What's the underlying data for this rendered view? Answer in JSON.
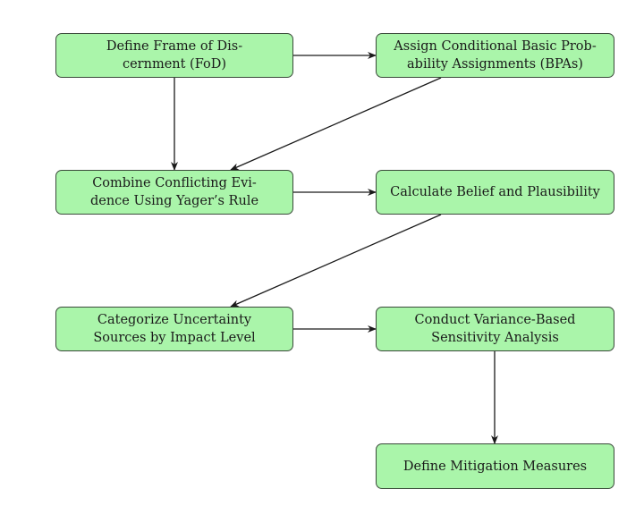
{
  "diagram": {
    "type": "flowchart",
    "colors": {
      "node_fill": "#aaf5aa",
      "node_border": "#3a4a3a",
      "edge": "#1a1a1a",
      "text": "#1a1a1a"
    },
    "nodes": [
      {
        "id": "fod",
        "lines": [
          "Define Frame of Dis-",
          "cernment (FoD)"
        ]
      },
      {
        "id": "bpa",
        "lines": [
          "Assign Conditional Basic Prob-",
          "ability Assignments (BPAs)"
        ]
      },
      {
        "id": "yager",
        "lines": [
          "Combine Conflicting Evi-",
          "dence Using Yager’s Rule"
        ]
      },
      {
        "id": "belief",
        "lines": [
          "Calculate Belief and Plausibility"
        ]
      },
      {
        "id": "categorize",
        "lines": [
          "Categorize Uncertainty",
          "Sources by Impact Level"
        ]
      },
      {
        "id": "sensitivity",
        "lines": [
          "Conduct Variance-Based",
          "Sensitivity Analysis"
        ]
      },
      {
        "id": "mitigation",
        "lines": [
          "Define Mitigation Measures"
        ]
      }
    ],
    "edges": [
      {
        "from": "fod",
        "to": "bpa"
      },
      {
        "from": "fod",
        "to": "yager"
      },
      {
        "from": "bpa",
        "to": "yager"
      },
      {
        "from": "yager",
        "to": "belief"
      },
      {
        "from": "belief",
        "to": "categorize"
      },
      {
        "from": "categorize",
        "to": "sensitivity"
      },
      {
        "from": "sensitivity",
        "to": "mitigation"
      }
    ]
  }
}
